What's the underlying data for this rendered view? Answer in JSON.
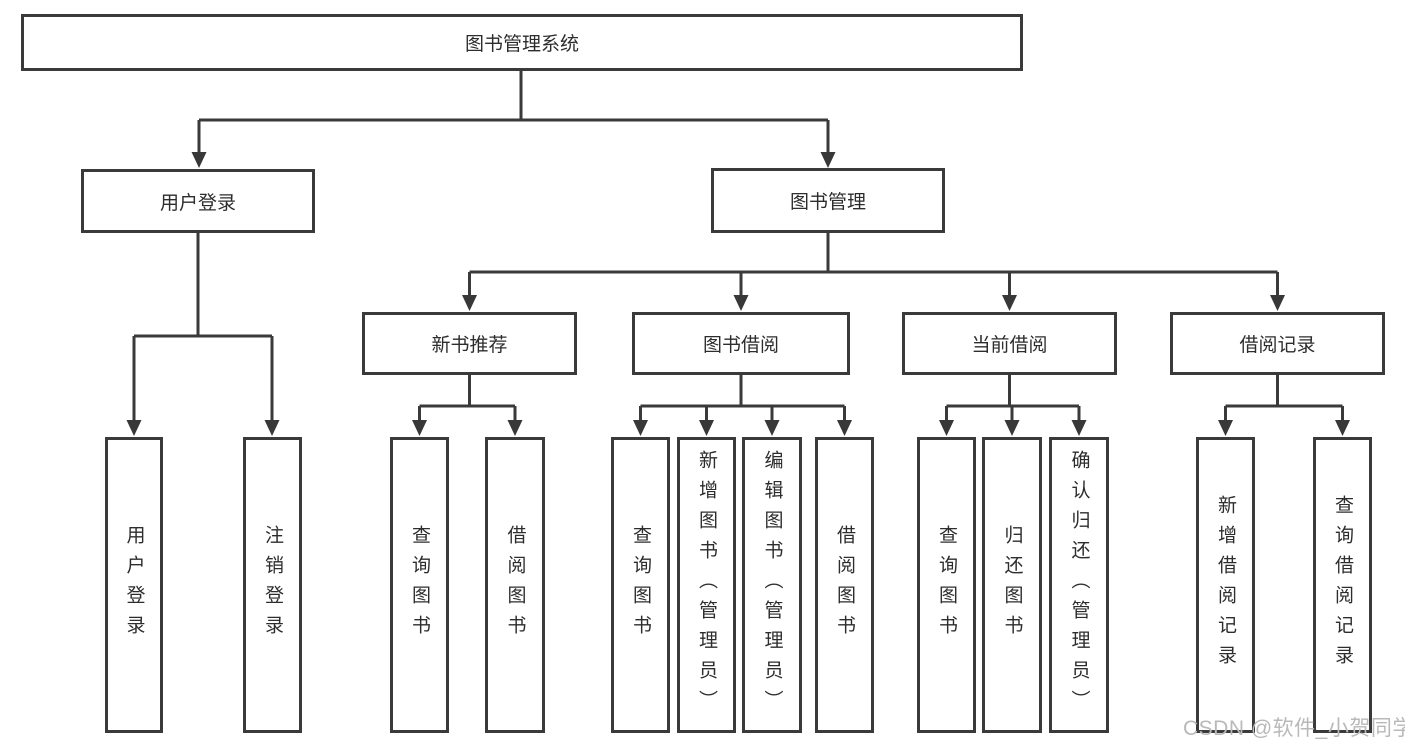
{
  "diagram": {
    "root": {
      "label": "图书管理系统"
    },
    "level2": {
      "user_login": {
        "label": "用户登录"
      },
      "book_mgmt": {
        "label": "图书管理"
      }
    },
    "level3": {
      "new_book_rec": {
        "label": "新书推荐"
      },
      "book_borrow": {
        "label": "图书借阅"
      },
      "current_borrow": {
        "label": "当前借阅"
      },
      "borrow_records": {
        "label": "借阅记录"
      }
    },
    "leaves": {
      "user_login": {
        "label": "用户登录"
      },
      "logout": {
        "label": "注销登录"
      },
      "query_book_newrec": {
        "label": "查询图书"
      },
      "borrow_book_newrec": {
        "label": "借阅图书"
      },
      "query_book_borrow": {
        "label": "查询图书"
      },
      "add_book_admin": {
        "label": "新增图书（管理员）"
      },
      "edit_book_admin": {
        "label": "编辑图书（管理员）"
      },
      "borrow_book_borrow": {
        "label": "借阅图书"
      },
      "query_book_current": {
        "label": "查询图书"
      },
      "return_book": {
        "label": "归还图书"
      },
      "confirm_return_admin": {
        "label": "确认归还（管理员）"
      },
      "add_borrow_record": {
        "label": "新增借阅记录"
      },
      "query_borrow_record": {
        "label": "查询借阅记录"
      }
    },
    "watermark": "CSDN @软件_小贺同学",
    "colors": {
      "line": "#3a3a3a",
      "text": "#2d2d2d",
      "background": "#ffffff",
      "watermark": "#b9b9b9"
    }
  }
}
